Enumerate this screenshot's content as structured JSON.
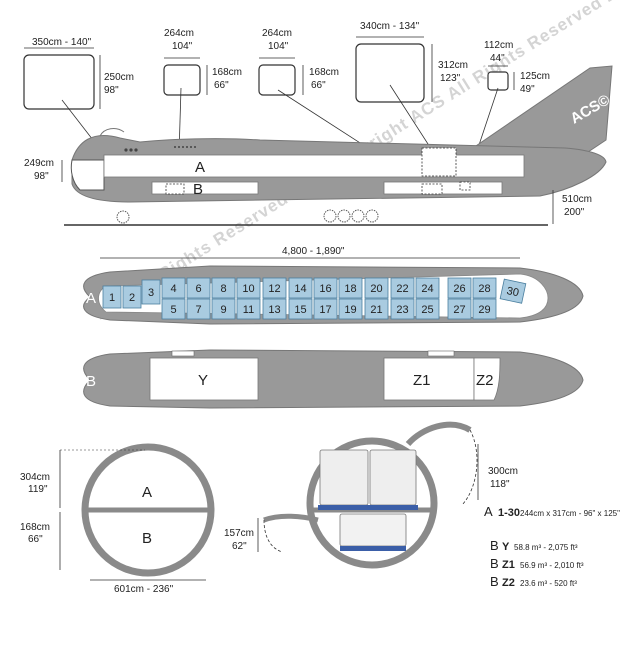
{
  "colors": {
    "fuselage": "#999999",
    "fuselage_dark": "#8a8a8a",
    "outline": "#333333",
    "pallet_fill": "#a9cbe0",
    "pallet_stroke": "#4a7f9f",
    "door_fill": "#ffffff",
    "watermark": "#c9c9c9",
    "floor_blue": "#3b5fa8"
  },
  "watermarks": [
    "ACS All Rights Reserved 2011 Copyright ACS All Rights Reserved 2011 Copyright ACS"
  ],
  "doors": {
    "nose": {
      "w": "350cm - 140\"",
      "h_cm": "250cm",
      "h_in": "98\""
    },
    "side_fwd": {
      "w_cm": "264cm",
      "w_in": "104\"",
      "h_cm": "168cm",
      "h_in": "66\""
    },
    "side_mid": {
      "w_cm": "264cm",
      "w_in": "104\"",
      "h_cm": "168cm",
      "h_in": "66\""
    },
    "main_side": {
      "w": "340cm - 134\"",
      "h_cm": "312cm",
      "h_in": "123\""
    },
    "bulk": {
      "w_cm": "112cm",
      "w_in": "44\"",
      "h_cm": "125cm",
      "h_in": "49\""
    }
  },
  "side_view": {
    "deck_a": "A",
    "deck_b": "B",
    "tail_logo": "ACS©",
    "nose_height_cm": "249cm",
    "nose_height_in": "98\"",
    "ground_height_cm": "510cm",
    "ground_height_in": "200\""
  },
  "main_deck": {
    "length": "4,800 - 1,890\"",
    "deck_label": "A",
    "pallets_single": [
      "1",
      "2",
      "3"
    ],
    "pallets_top": [
      "4",
      "6",
      "8",
      "10",
      "12",
      "14",
      "16",
      "18",
      "20",
      "22",
      "24",
      "26",
      "28"
    ],
    "pallets_bottom": [
      "5",
      "7",
      "9",
      "11",
      "13",
      "15",
      "17",
      "19",
      "21",
      "23",
      "25",
      "27",
      "29"
    ],
    "pallet_tail": "30"
  },
  "lower_deck": {
    "deck_label": "B",
    "hold_y": "Y",
    "hold_z1": "Z1",
    "hold_z2": "Z2"
  },
  "cross_section": {
    "deck_a": "A",
    "deck_b": "B",
    "a_height_cm": "304cm",
    "a_height_in": "119\"",
    "b_height_cm": "168cm",
    "b_height_in": "66\"",
    "width": "601cm - 236\"",
    "door_height_cm": "300cm",
    "door_height_in": "118\"",
    "lower_door_cm": "157cm",
    "lower_door_in": "62\""
  },
  "legend": [
    {
      "deck": "A",
      "code": "1-30",
      "text": "244cm x 317cm - 96\" x 125\""
    },
    {
      "deck": "B",
      "code": "Y",
      "text": "58.8 m³ - 2,075 ft³"
    },
    {
      "deck": "B",
      "code": "Z1",
      "text": "56.9 m³ - 2,010 ft³"
    },
    {
      "deck": "B",
      "code": "Z2",
      "text": "23.6 m³ - 520 ft³"
    }
  ]
}
